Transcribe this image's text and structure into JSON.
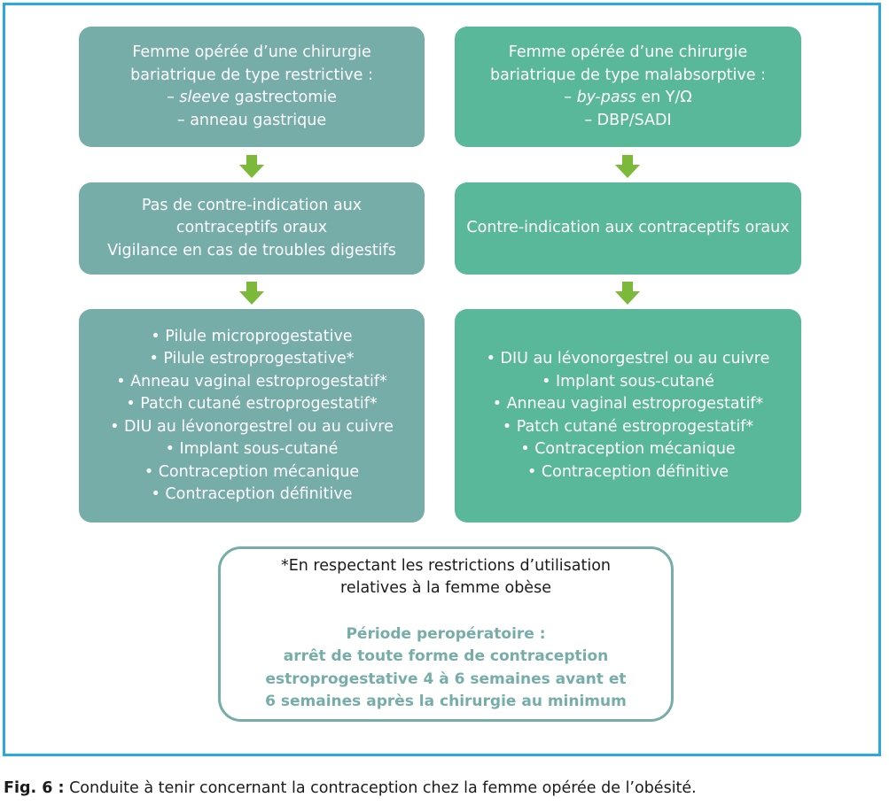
{
  "colors": {
    "frame": "#2aa8df",
    "left_box": "#76ada9",
    "right_box": "#5ab89a",
    "arrow": "#7cb83a",
    "note_border": "#76ada9"
  },
  "left": {
    "box1": {
      "line1": "Femme opérée d’une chirurgie",
      "line2": "bariatrique de type restrictive :",
      "line3_prefix": "– ",
      "line3_em": "sleeve",
      "line3_rest": " gastrectomie",
      "line4": "– anneau gastrique"
    },
    "box2": [
      "Pas de contre-indication aux",
      "contraceptifs oraux",
      "Vigilance en cas de troubles digestifs"
    ],
    "box3": [
      "• Pilule microprogestative",
      "• Pilule estroprogestative*",
      "• Anneau vaginal estroprogestatif*",
      "• Patch cutané estroprogestatif*",
      "• DIU au lévonorgestrel ou au cuivre",
      "• Implant sous-cutané",
      "• Contraception mécanique",
      "• Contraception définitive"
    ]
  },
  "right": {
    "box1": {
      "line1": "Femme opérée d’une chirurgie",
      "line2": "bariatrique de type malabsorptive :",
      "line3_prefix": "– ",
      "line3_em": "by-pass",
      "line3_rest": " en Y/Ω",
      "line4": "– DBP/SADI"
    },
    "box2": [
      "Contre-indication aux contraceptifs oraux"
    ],
    "box3": [
      "• DIU au lévonorgestrel ou au cuivre",
      "• Implant sous-cutané",
      "• Anneau vaginal estroprogestatif*",
      "• Patch cutané estroprogestatif*",
      "• Contraception mécanique",
      "• Contraception définitive"
    ]
  },
  "note": {
    "asterisk_line1": "*En respectant les restrictions d’utilisation",
    "asterisk_line2": "relatives à la femme obèse",
    "bold_lines": [
      "Période peropératoire :",
      "arrêt de toute forme de contraception",
      "estroprogestative 4 à 6 semaines avant et",
      "6 semaines après la chirurgie au minimum"
    ]
  },
  "caption": {
    "label": "Fig. 6 :",
    "text": " Conduite à tenir concernant la contraception chez la femme opérée de l’obésité."
  }
}
